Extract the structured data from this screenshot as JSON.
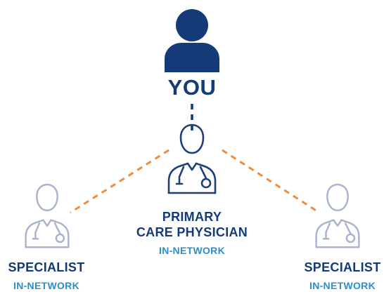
{
  "diagram": {
    "you": {
      "label": "YOU"
    },
    "primary_care": {
      "title_line1": "PRIMARY",
      "title_line2": "CARE PHYSICIAN",
      "network": "IN-NETWORK"
    },
    "specialist_left": {
      "title": "SPECIALIST",
      "network": "IN-NETWORK"
    },
    "specialist_right": {
      "title": "SPECIALIST",
      "network": "IN-NETWORK"
    }
  },
  "colors": {
    "navy": "#143a78",
    "blue": "#2b8fcd",
    "orange": "#f08a3c",
    "pcp_outline": "#1e3f78",
    "specialist_outline": "#a9b1cf"
  },
  "icons": {
    "you": "person-icon",
    "primary_care": "doctor-icon",
    "specialist_left": "doctor-icon",
    "specialist_right": "doctor-icon"
  }
}
